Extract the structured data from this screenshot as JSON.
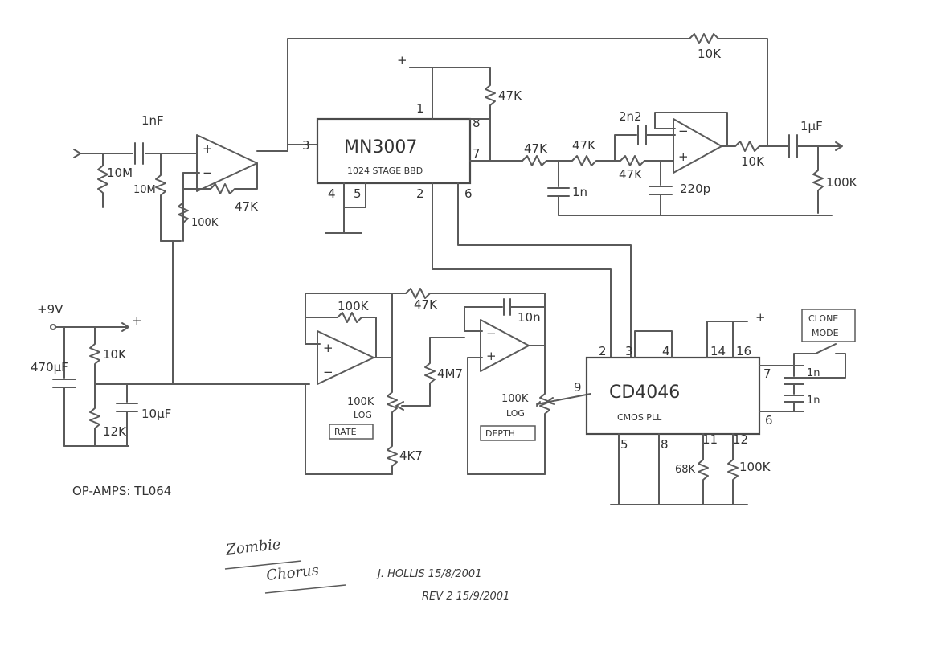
{
  "ics": {
    "bbd": {
      "name": "MN3007",
      "desc": "1024 STAGE BBD",
      "pins": [
        "1",
        "3",
        "8",
        "7",
        "4",
        "5",
        "2",
        "6"
      ]
    },
    "pll": {
      "name": "CD4046",
      "desc": "CMOS PLL",
      "pins": [
        "2",
        "3",
        "4",
        "14",
        "16",
        "7",
        "6",
        "9",
        "5",
        "8",
        "11",
        "12"
      ]
    }
  },
  "components": {
    "c_in": "1nF",
    "r_in_top": "10M",
    "r_in_bias": "10M",
    "r_opamp1_fb": "47K",
    "r_bias_100k": "100K",
    "r_feedback_top": "10K",
    "r_pin8": "47K",
    "r_filter1": "47K",
    "r_filter2": "47K",
    "r_filter3": "47K",
    "c_filter_1n": "1n",
    "c_filter_2n2": "2n2",
    "c_filter_220p": "220p",
    "r_out_10k": "10K",
    "c_out": "1µF",
    "r_out_load": "100K",
    "supply": "+9V",
    "plus_sign": "+",
    "c_supply": "470µF",
    "r_div_top": "10K",
    "r_div_bottom": "12K",
    "c_div": "10µF",
    "r_lfo_fb": "100K",
    "r_lfo_top": "47K",
    "c_lfo": "10n",
    "r_4m7": "4M7",
    "pot_rate_value": "100K",
    "pot_rate_taper": "LOG",
    "pot_rate_label": "RATE",
    "r_4k7": "4K7",
    "pot_depth_value": "100K",
    "pot_depth_taper": "LOG",
    "pot_depth_label": "DEPTH",
    "c_pll7a": "1n",
    "c_pll7b": "1n",
    "r_pll11": "68K",
    "r_pll12": "100K",
    "clone_mode_line1": "CLONE",
    "clone_mode_line2": "MODE"
  },
  "notes": {
    "opamps": "OP-AMPS: TL064",
    "title_line1": "Zombie",
    "title_line2": "Chorus",
    "author": "J. HOLLIS   15/8/2001",
    "revision": "REV 2  15/9/2001"
  }
}
